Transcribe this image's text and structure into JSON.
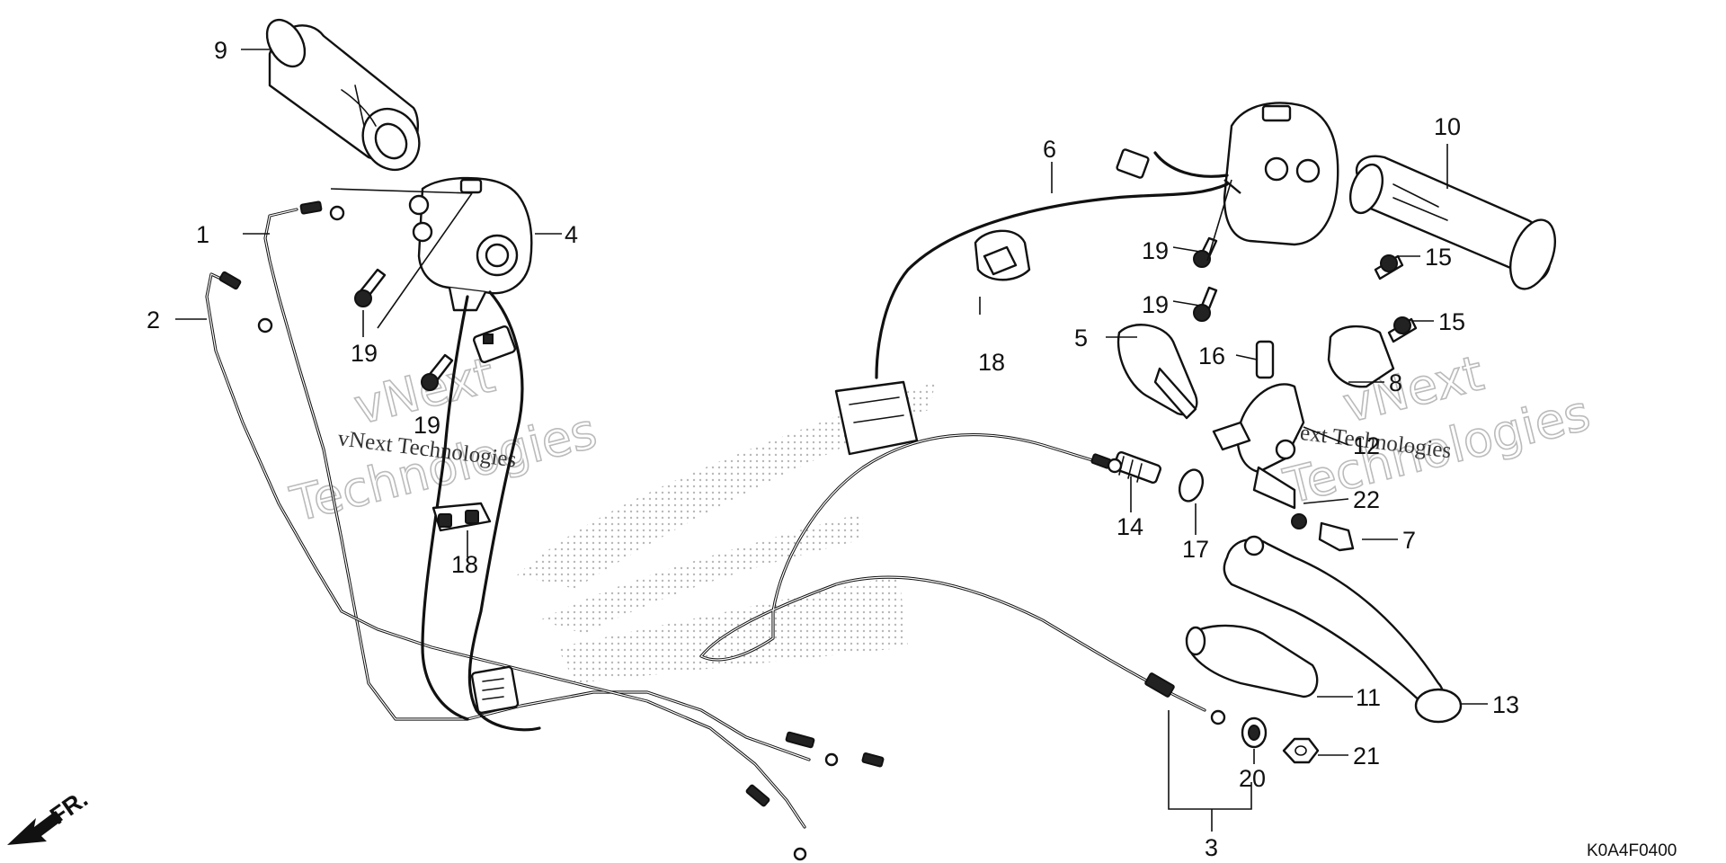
{
  "callouts": [
    {
      "id": "c1",
      "text": "1"
    },
    {
      "id": "c2",
      "text": "2"
    },
    {
      "id": "c3",
      "text": "3"
    },
    {
      "id": "c4",
      "text": "4"
    },
    {
      "id": "c5",
      "text": "5"
    },
    {
      "id": "c6",
      "text": "6"
    },
    {
      "id": "c7",
      "text": "7"
    },
    {
      "id": "c8",
      "text": "8"
    },
    {
      "id": "c9",
      "text": "9"
    },
    {
      "id": "c10",
      "text": "10"
    },
    {
      "id": "c11",
      "text": "11"
    },
    {
      "id": "c12",
      "text": "12"
    },
    {
      "id": "c13",
      "text": "13"
    },
    {
      "id": "c14",
      "text": "14"
    },
    {
      "id": "c15a",
      "text": "15"
    },
    {
      "id": "c15b",
      "text": "15"
    },
    {
      "id": "c16",
      "text": "16"
    },
    {
      "id": "c17",
      "text": "17"
    },
    {
      "id": "c18a",
      "text": "18"
    },
    {
      "id": "c18b",
      "text": "18"
    },
    {
      "id": "c19a",
      "text": "19"
    },
    {
      "id": "c19b",
      "text": "19"
    },
    {
      "id": "c19c",
      "text": "19"
    },
    {
      "id": "c19d",
      "text": "19"
    },
    {
      "id": "c20",
      "text": "20"
    },
    {
      "id": "c21",
      "text": "21"
    },
    {
      "id": "c22",
      "text": "22"
    }
  ],
  "direction_label": "FR.",
  "diagram_code": "K0A4F0400",
  "watermark": {
    "brand": "vNext",
    "word": "Technologies",
    "caption": "vNext Technologies"
  }
}
